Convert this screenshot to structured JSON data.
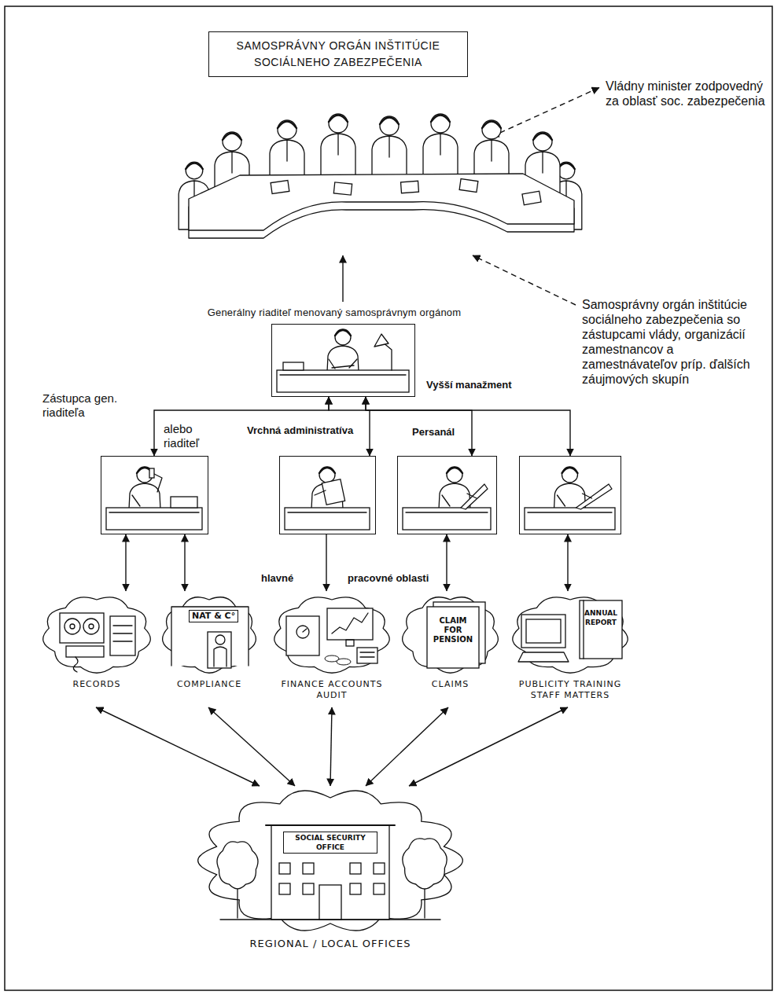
{
  "diagram": {
    "nodes": [
      {
        "text": [
          "SAMOSPRÁVNY ORGÁN INŠTITÚCIE SOCIÁLNEHO ZABEZPEČENIA"
        ]
      },
      {
        "text": [
          "Vládny minister zodpovedný za oblasť soc. zabezpečenia"
        ]
      },
      {
        "text": [
          "Samosprávny orgán inštitúcie sociálneho zabezpečenia so zástupcami vlády, organizácií zamestnancov a zamestnávateľov príp. ďalších záujmových skupín"
        ]
      },
      {
        "text": [
          "Generálny riaditeľ menovaný samosprávnym orgánom"
        ]
      },
      {
        "text": []
      },
      {
        "text": []
      },
      {
        "text": []
      },
      {
        "text": []
      },
      {
        "text": [
          "RECORDS"
        ]
      },
      {
        "text": [
          "NAT & C°",
          "COMPLIANCE"
        ]
      },
      {
        "text": [
          "FINANCE ACCOUNTS AUDIT"
        ]
      },
      {
        "text": [
          "CLAIM FOR PENSION",
          "CLAIMS"
        ]
      },
      {
        "text": [
          "ANNUAL REPORT",
          "PUBLICITY TRAINING STAFF MATTERS"
        ]
      },
      {
        "text": [
          "SOCIAL SECURITY OFFICE",
          "REGIONAL / LOCAL OFFICES"
        ]
      }
    ],
    "edges": [
      {
        "from": 1,
        "to": 0,
        "arrow": "both"
      },
      {
        "from": 2,
        "to": 0,
        "arrow": "to"
      },
      {
        "from": 3,
        "to": 0,
        "arrow": "to"
      },
      {
        "from": 3,
        "to": 4,
        "arrow": "both"
      },
      {
        "from": 3,
        "to": 5,
        "arrow": "both"
      },
      {
        "from": 3,
        "to": 6,
        "arrow": "both"
      },
      {
        "from": 3,
        "to": 7,
        "arrow": "both"
      },
      {
        "from": 4,
        "to": 8,
        "arrow": "both"
      },
      {
        "from": 4,
        "to": 9,
        "arrow": "both"
      },
      {
        "from": 5,
        "to": 10,
        "arrow": "to"
      },
      {
        "from": 6,
        "to": 11,
        "arrow": "both"
      },
      {
        "from": 7,
        "to": 12,
        "arrow": "both"
      },
      {
        "from": 8,
        "to": 13,
        "arrow": "both"
      },
      {
        "from": 9,
        "to": 13,
        "arrow": "both"
      },
      {
        "from": 10,
        "to": 13,
        "arrow": "both"
      },
      {
        "from": 11,
        "to": 13,
        "arrow": "both"
      },
      {
        "from": 12,
        "to": 13,
        "arrow": "both"
      }
    ],
    "labels": [
      "Vyšší manažment",
      "Zástupca gen. riaditeľa",
      "alebo riaditeľ",
      "Vrchná administratíva",
      "Persanál",
      "hlavné",
      "pracovné oblasti"
    ]
  }
}
